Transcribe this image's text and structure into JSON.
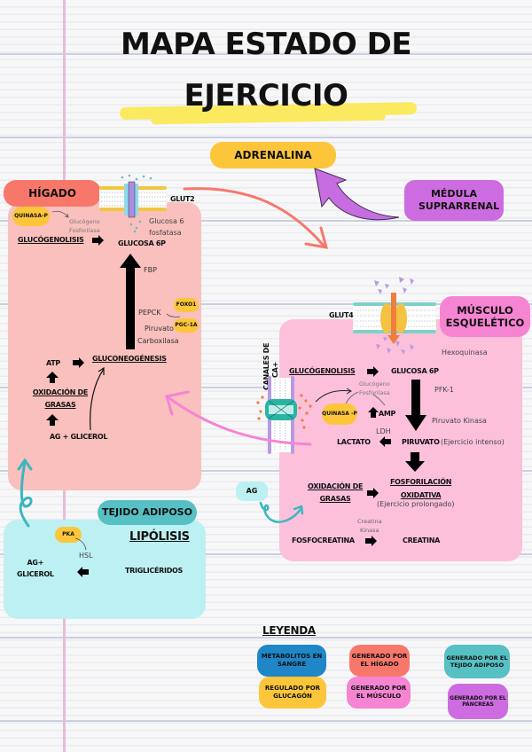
{
  "title": {
    "line1": "MAPA ESTADO DE",
    "line2": "EJERCICIO"
  },
  "top": {
    "adrenalina": "ADRENALINA",
    "medula": "MÉDULA SUPRARRENAL"
  },
  "higado": {
    "label": "HÍGADO",
    "glut": "GLUT2",
    "quinasa": "QUINASA-P",
    "glucogeno_fosforilasa": [
      "Glucógeno",
      "Fosforilasa"
    ],
    "glucogenolisis": "GLUCÓGENOLISIS",
    "glucosa6p": "GLUCOSA 6P",
    "glucosa6fosfatasa": [
      "Glucosa 6",
      "fosfatasa"
    ],
    "fbp": "FBP",
    "foxo1": "FOXO1",
    "pepck": "PEPCK",
    "pgc": "PGC-1A",
    "piruvato_carboxilasa": [
      "Piruvato",
      "Carboxilasa"
    ],
    "atp": "ATP",
    "gluconeogenesis": "GLUCONEOGÉNESIS",
    "oxidacion": [
      "OXIDACIÓN DE",
      "GRASAS"
    ],
    "ag_glicerol": "AG + GLICEROL"
  },
  "musculo": {
    "label": [
      "MÚSCULO",
      "ESQUELÉTICO"
    ],
    "glut": "GLUT4",
    "canales": [
      "CANALES DE",
      "CA+"
    ],
    "hexoquinasa": "Hexoquinasa",
    "glucogenolisis": "GLUCÓGENOLISIS",
    "glucosa6p": "GLUCOSA 6P",
    "glucogeno_fosforilasa": [
      "Glucógeno",
      "Fosforilasa"
    ],
    "pfk": "PFK-1",
    "quinasa": "QUINASA -P",
    "amp": "AMP",
    "piruvato_kinasa": "Piruvato Kinasa",
    "ldh": "LDH",
    "lactato": "LACTATO",
    "piruvato": "PIRUVATO",
    "ejercicio_intenso": "(Ejercicio intenso)",
    "ag": "AG",
    "oxidacion": [
      "OXIDACIÓN DE",
      "GRASAS"
    ],
    "fosforilacion": [
      "FOSFORILACIÓN",
      "OXIDATIVA"
    ],
    "ejercicio_prolongado": "(Ejercicio prolongado)",
    "creatina_kinasa": [
      "Creatina",
      "Kinasa"
    ],
    "fosfocreatina": "FOSFOCREATINA",
    "creatina": "CREATINA"
  },
  "adiposo": {
    "label": "TEJIDO ADIPOSO",
    "lipolisis": "LIPÓLISIS",
    "pka": "PKA",
    "hsl": "HSL",
    "ag_glicerol": [
      "AG+",
      "GLICEROL"
    ],
    "trigliceridos": "TRIGLICÉRIDOS"
  },
  "leyenda": {
    "title": "LEYENDA",
    "items": [
      {
        "label": "METABOLITOS EN SANGRE",
        "color": "#1f86c8"
      },
      {
        "label": "GENERADO POR EL HÍGADO",
        "color": "#f7786b"
      },
      {
        "label": "GENERADO POR EL TEJIDO ADIPOSO",
        "color": "#56c0c4"
      },
      {
        "label": "REGULADO POR GLUCAGÓN",
        "color": "#fdc63a"
      },
      {
        "label": "GENERADO POR EL MÚSCULO",
        "color": "#f584d2"
      },
      {
        "label": "GENERADO POR EL PÁNCREAS",
        "color": "#cc6ce0"
      }
    ]
  },
  "colors": {
    "higado_panel": "#f9c0bd",
    "higado_label": "#f7786b",
    "musculo_panel": "#fdc0da",
    "musculo_label": "#f584d2",
    "adiposo_panel": "#bdf0f3",
    "adiposo_label": "#56c0c4",
    "yellow": "#fdc63a",
    "purple": "#cc6ce0"
  }
}
